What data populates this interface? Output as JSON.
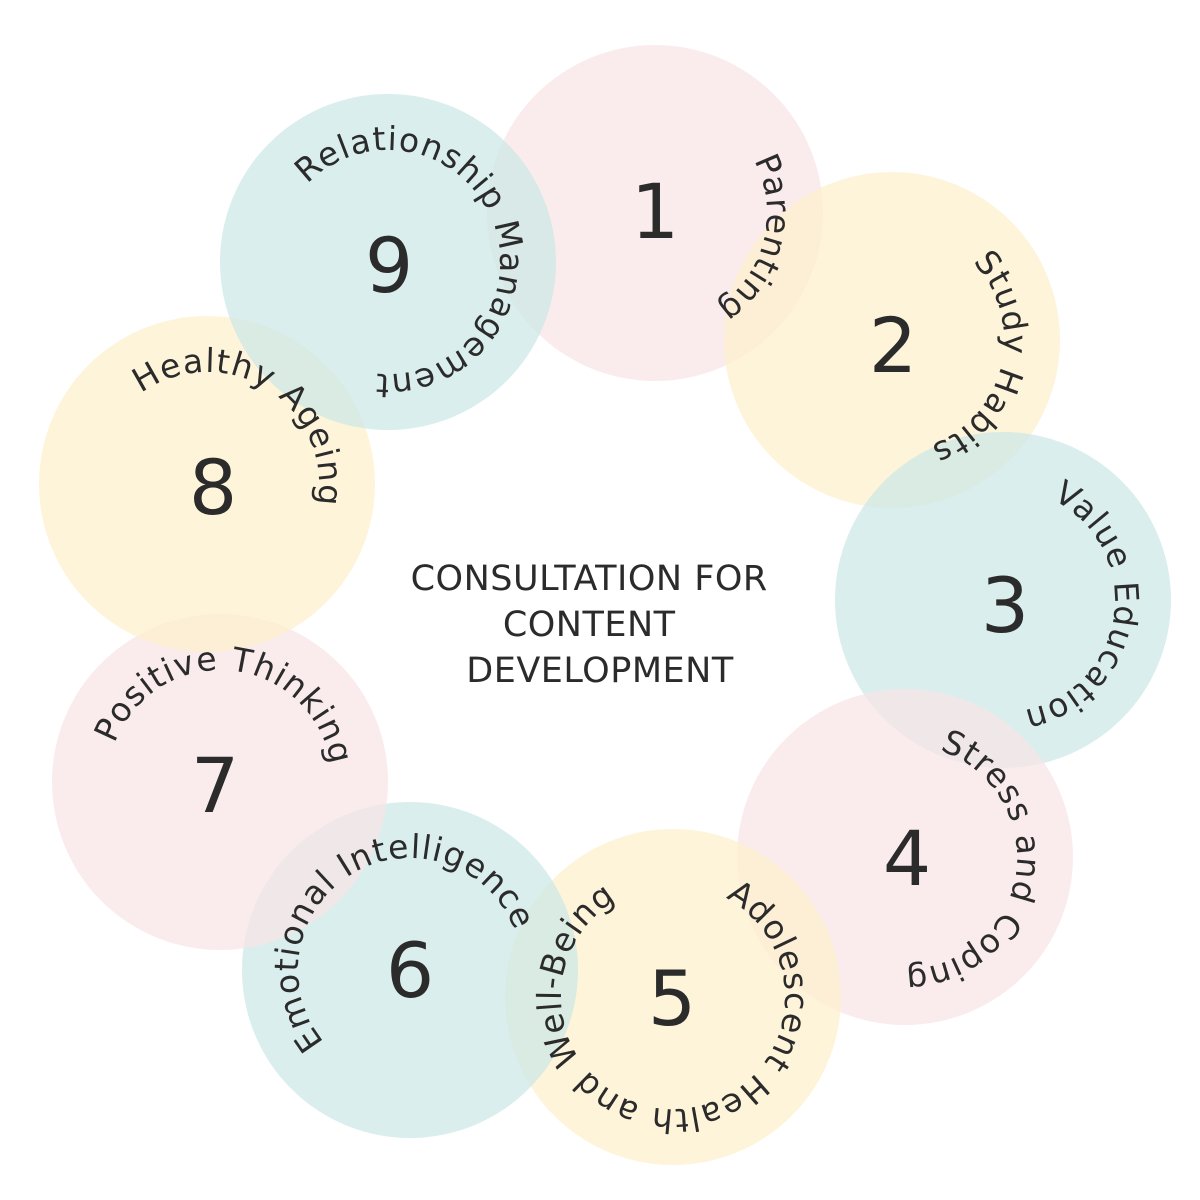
{
  "center": {
    "lines": [
      "CONSULTATION FOR",
      "CONTENT",
      "DEVELOPMENT"
    ]
  },
  "palette": {
    "pink": "#f8e5e6",
    "yellow": "#fdf0cc",
    "teal": "#cbe8e6",
    "text": "#2b2b2b"
  },
  "topics": [
    {
      "number": "1",
      "label": "Parenting",
      "color": "pink"
    },
    {
      "number": "2",
      "label": "Study Habits",
      "color": "yellow"
    },
    {
      "number": "3",
      "label": "Value Education",
      "color": "teal"
    },
    {
      "number": "4",
      "label": "Stress and Coping",
      "color": "pink"
    },
    {
      "number": "5",
      "label": "Adolescent Health and Well-Being",
      "color": "yellow"
    },
    {
      "number": "6",
      "label": "Emotional Intelligence",
      "color": "teal"
    },
    {
      "number": "7",
      "label": "Positive Thinking",
      "color": "pink"
    },
    {
      "number": "8",
      "label": "Healthy Ageing",
      "color": "yellow"
    },
    {
      "number": "9",
      "label": "Relationship Management",
      "color": "teal"
    }
  ]
}
